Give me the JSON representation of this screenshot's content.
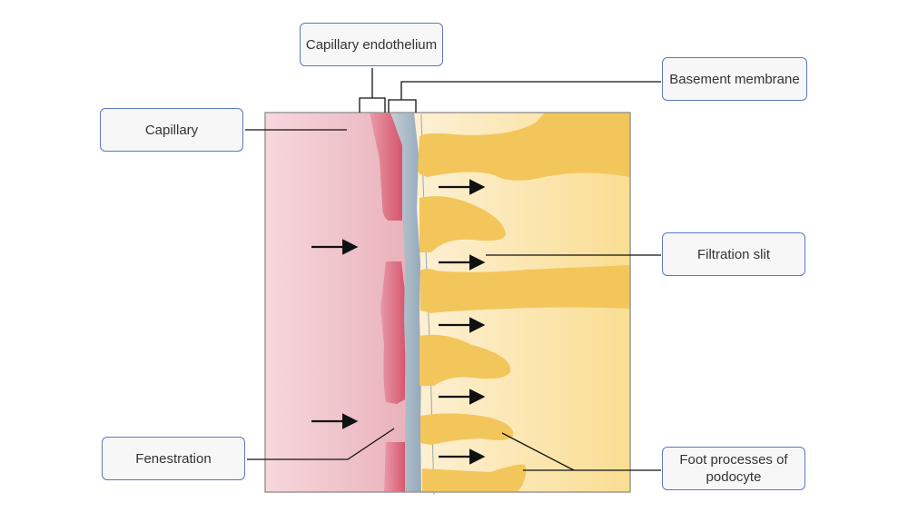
{
  "labels": {
    "capillary_endothelium": "Capillary endothelium",
    "basement_membrane": "Basement membrane",
    "capillary": "Capillary",
    "filtration_slit": "Filtration slit",
    "fenestration": "Fenestration",
    "foot_processes": "Foot processes of podocyte"
  },
  "colors": {
    "capillary": "#f0c4cb",
    "endothelium": "#d9677c",
    "basement_membrane": "#a9b9c6",
    "podocyte": "#f2c65a",
    "urinary_space": "#fbe9bf",
    "label_border": "#5b79c0"
  }
}
